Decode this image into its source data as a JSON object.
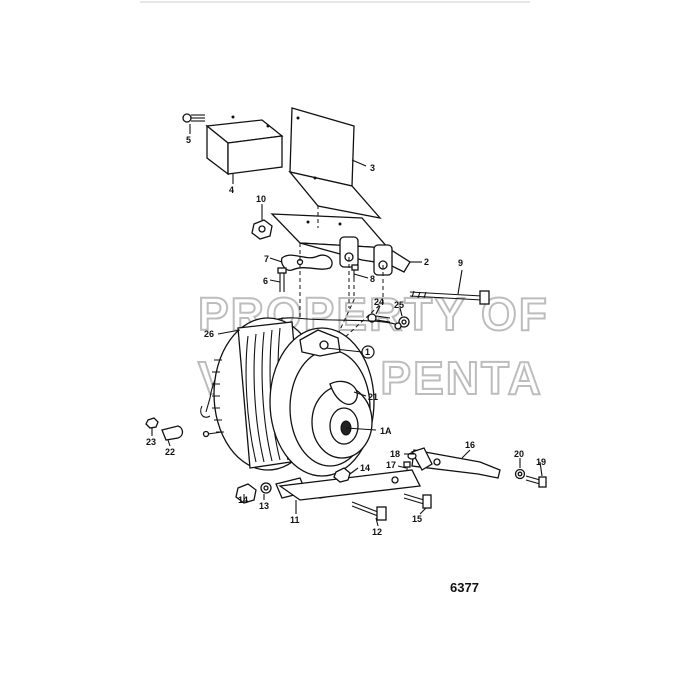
{
  "figure_number": "6377",
  "watermark": {
    "line1": "PROPERTY OF",
    "line2": "VOLVO PENTA"
  },
  "callouts": [
    {
      "id": "c1",
      "label": "1"
    },
    {
      "id": "c1A",
      "label": "1A"
    },
    {
      "id": "c2",
      "label": "2"
    },
    {
      "id": "c3",
      "label": "3"
    },
    {
      "id": "c4",
      "label": "4"
    },
    {
      "id": "c5",
      "label": "5"
    },
    {
      "id": "c6",
      "label": "6"
    },
    {
      "id": "c7",
      "label": "7"
    },
    {
      "id": "c8",
      "label": "8"
    },
    {
      "id": "c9",
      "label": "9"
    },
    {
      "id": "c10",
      "label": "10"
    },
    {
      "id": "c11",
      "label": "11"
    },
    {
      "id": "c12",
      "label": "12"
    },
    {
      "id": "c13",
      "label": "13"
    },
    {
      "id": "c14a",
      "label": "14"
    },
    {
      "id": "c14b",
      "label": "14"
    },
    {
      "id": "c15",
      "label": "15"
    },
    {
      "id": "c16",
      "label": "16"
    },
    {
      "id": "c17",
      "label": "17"
    },
    {
      "id": "c18",
      "label": "18"
    },
    {
      "id": "c19",
      "label": "19"
    },
    {
      "id": "c20",
      "label": "20"
    },
    {
      "id": "c21",
      "label": "21"
    },
    {
      "id": "c22",
      "label": "22"
    },
    {
      "id": "c23",
      "label": "23"
    },
    {
      "id": "c24",
      "label": "24"
    },
    {
      "id": "c25",
      "label": "25"
    },
    {
      "id": "c26",
      "label": "26"
    }
  ]
}
